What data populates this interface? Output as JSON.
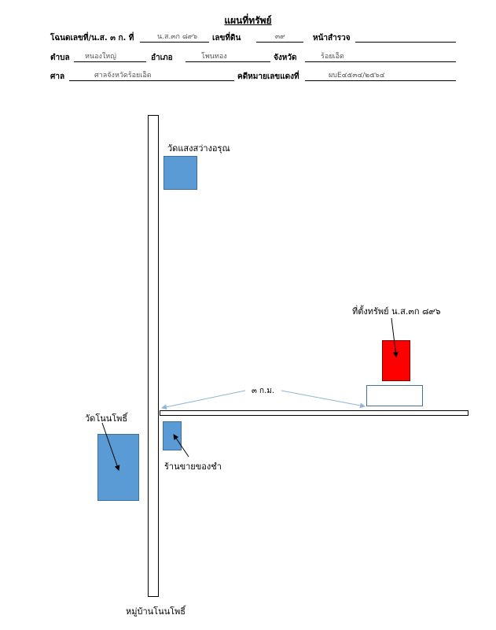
{
  "header": {
    "title": "แผนที่ทรัพย์",
    "row1": {
      "deed_label": "โฉนดเลขที่/น.ส. ๓ ก. ที่",
      "deed_value": "น.ส.๓ก ๘๙๖",
      "land_no_label": "เลขที่ดิน",
      "land_no_value": "๓๙",
      "survey_label": "หน้าสำรวจ",
      "survey_value": ""
    },
    "row2": {
      "subdistrict_label": "ตำบล",
      "subdistrict_value": "หนองใหญ่",
      "district_label": "อำเภอ",
      "district_value": "โพนทอง",
      "province_label": "จังหวัด",
      "province_value": "ร้อยเอ็ด"
    },
    "row3": {
      "court_label": "ศาล",
      "court_value": "ศาลจังหวัดร้อยเอ็ด",
      "case_label": "คดีหมายเลขแดงที่",
      "case_value": "ผบE๔๕๓๔/๒๕๖๔"
    }
  },
  "map": {
    "temple_top": "วัดแสงสว่างอรุณ",
    "property": "ที่ตั้งทรัพย์ น.ส.๓ก ๘๙๖",
    "distance": "๓ ก.ม.",
    "temple_left": "วัดโนนโพธิ์",
    "shop": "ร้านขายของชำ",
    "village": "หมู่บ้านโนนโพธิ์"
  },
  "colors": {
    "marker_blue": "#5b9bd5",
    "property_red": "#ff0000",
    "arrow_blue": "#8fb4d9"
  }
}
